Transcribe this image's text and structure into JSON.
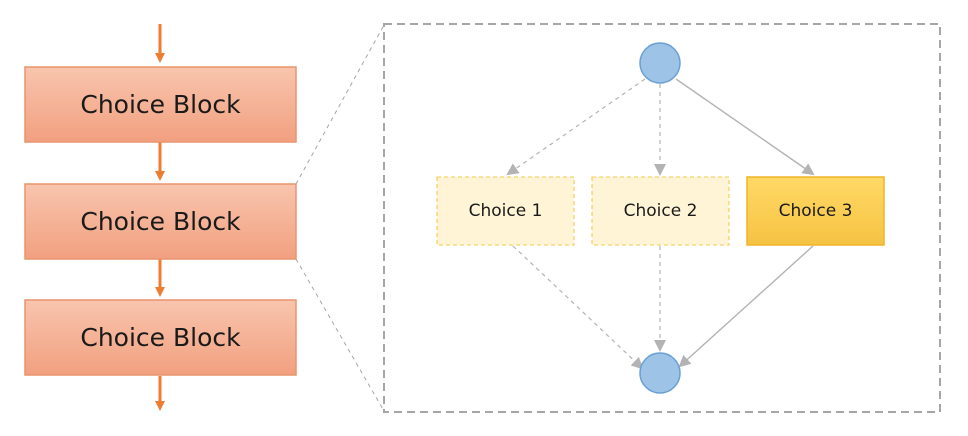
{
  "blocks": [
    {
      "label": "Choice Block"
    },
    {
      "label": "Choice Block"
    },
    {
      "label": "Choice Block"
    }
  ],
  "choices": [
    {
      "label": "Choice 1",
      "style": "dashed-light"
    },
    {
      "label": "Choice 2",
      "style": "dashed-light"
    },
    {
      "label": "Choice 3",
      "style": "solid"
    }
  ],
  "colors": {
    "block_fill_top": "#f8c5ae",
    "block_fill_bottom": "#f2a07f",
    "block_stroke": "#e8946f",
    "flow_arrow": "#ed7d31",
    "choice_light_fill": "#fff4d6",
    "choice_light_stroke": "#f6d36b",
    "choice_active_fill_top": "#ffd966",
    "choice_active_fill_bottom": "#f6c343",
    "choice_active_stroke": "#f0b429",
    "node_fill": "#9dc3e6",
    "node_stroke": "#6a9fd4",
    "connector": "#b3b3b3",
    "zoom_frame": "#a6a6a6"
  }
}
